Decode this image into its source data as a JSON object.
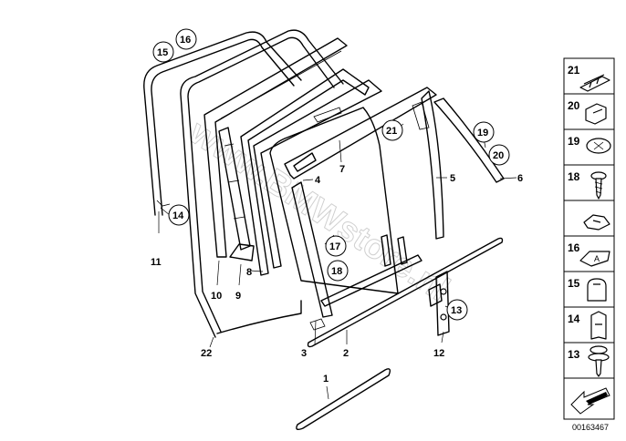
{
  "callouts": [
    {
      "id": "1",
      "label": "1"
    },
    {
      "id": "2",
      "label": "2"
    },
    {
      "id": "3",
      "label": "3"
    },
    {
      "id": "4",
      "label": "4"
    },
    {
      "id": "5",
      "label": "5"
    },
    {
      "id": "6",
      "label": "6"
    },
    {
      "id": "7",
      "label": "7"
    },
    {
      "id": "8",
      "label": "8"
    },
    {
      "id": "9",
      "label": "9"
    },
    {
      "id": "10",
      "label": "10"
    },
    {
      "id": "11",
      "label": "11"
    },
    {
      "id": "12",
      "label": "12"
    },
    {
      "id": "22",
      "label": "22"
    }
  ],
  "circled_callouts": [
    {
      "id": "15",
      "label": "15"
    },
    {
      "id": "16",
      "label": "16"
    },
    {
      "id": "14",
      "label": "14"
    },
    {
      "id": "21",
      "label": "21"
    },
    {
      "id": "19",
      "label": "19"
    },
    {
      "id": "20",
      "label": "20"
    },
    {
      "id": "17",
      "label": "17"
    },
    {
      "id": "18",
      "label": "18"
    },
    {
      "id": "13",
      "label": "13"
    }
  ],
  "legend": [
    {
      "label": "21"
    },
    {
      "label": "20"
    },
    {
      "label": "19"
    },
    {
      "label": "18"
    },
    {
      "label": ""
    },
    {
      "label": "16"
    },
    {
      "label": "15"
    },
    {
      "label": "14"
    },
    {
      "label": "13"
    },
    {
      "label": ""
    }
  ],
  "watermark": "www.BMWstore.nl",
  "diagram_id": "00163467"
}
